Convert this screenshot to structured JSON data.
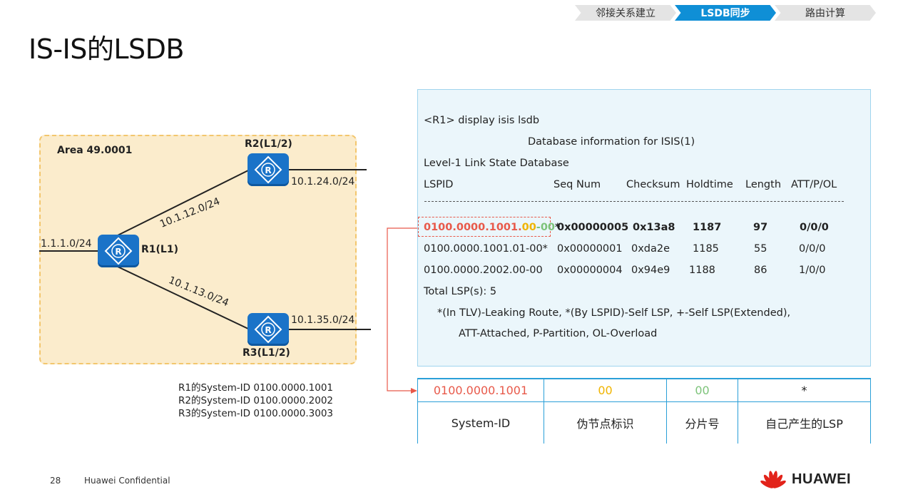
{
  "steps": [
    "邻接关系建立",
    "LSDB同步",
    "路由计算"
  ],
  "title": "IS-IS的LSDB",
  "area": {
    "label": "Area 49.0001"
  },
  "routers": {
    "r1": "R1(L1)",
    "r2": "R2(L1/2)",
    "r3": "R3(L1/2)"
  },
  "links": {
    "r1_stub": "1.1.1.0/24",
    "r1_r2": "10.1.12.0/24",
    "r1_r3": "10.1.13.0/24",
    "r2_stub": "10.1.24.0/24",
    "r3_stub": "10.1.35.0/24"
  },
  "system_ids": [
    "R1的System-ID 0100.0000.1001",
    "R2的System-ID 0100.0000.2002",
    "R3的System-ID 0100.0000.3003"
  ],
  "terminal": {
    "command": "<R1> display isis lsdb",
    "db_info": "Database information for ISIS(1)",
    "level": "Level-1 Link State Database",
    "headers": [
      "LSPID",
      "Seq Num",
      "Checksum",
      "Holdtime",
      "Length",
      "ATT/P/OL"
    ],
    "rows": [
      {
        "lspid_sys": "0100.0000.1001",
        "lspid_dot1": ".",
        "lspid_pn": "00",
        "lspid_dash": "-",
        "lspid_frag": "00",
        "lspid_star": "*",
        "seq": "0x00000005",
        "checksum": "0x13a8",
        "holdtime": "1187",
        "length": "97",
        "att": "0/0/0"
      },
      {
        "lspid": "0100.0000.1001.01-00*",
        "seq": "0x00000001",
        "checksum": "0xda2e",
        "holdtime": "1185",
        "length": "55",
        "att": "0/0/0"
      },
      {
        "lspid": "0100.0000.2002.00-00",
        "seq": "0x00000004",
        "checksum": "0x94e9",
        "holdtime": "1188",
        "length": "86",
        "att": "1/0/0"
      }
    ],
    "total": "Total LSP(s): 5",
    "legend1": "*(In TLV)-Leaking Route, *(By LSPID)-Self LSP, +-Self LSP(Extended),",
    "legend2": "ATT-Attached, P-Partition, OL-Overload"
  },
  "breakdown": {
    "values": [
      "0100.0000.1001",
      "00",
      "00",
      "*"
    ],
    "labels": [
      "System-ID",
      "伪节点标识",
      "分片号",
      "自己产生的LSP"
    ]
  },
  "colors": {
    "system_id": "#e8594a",
    "pseudonode": "#f0b400",
    "fragment": "#7dc37a",
    "accent": "#0f8fd6"
  },
  "footer": {
    "page": "28",
    "confidential": "Huawei Confidential",
    "brand": "HUAWEI"
  }
}
